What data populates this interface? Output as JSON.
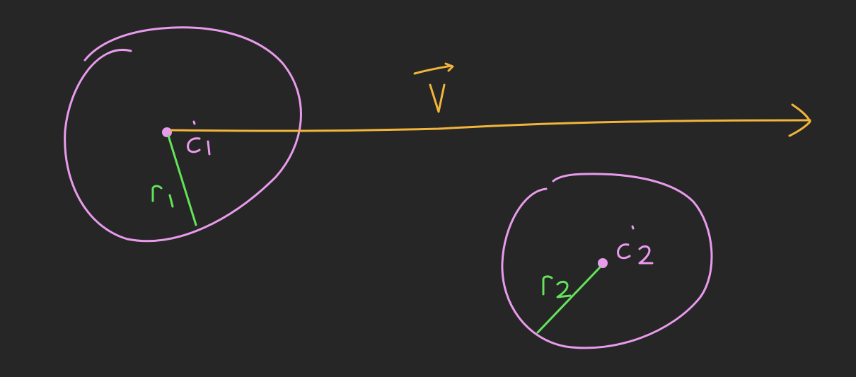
{
  "colors": {
    "background": "#262626",
    "circle": "#e89bec",
    "radius": "#63e35a",
    "velocity": "#f2b43a",
    "center": "#e89bec"
  },
  "labels": {
    "velocity": "V",
    "center1": "c1",
    "center2": "c2",
    "radius1": "r1",
    "radius2": "r2"
  }
}
